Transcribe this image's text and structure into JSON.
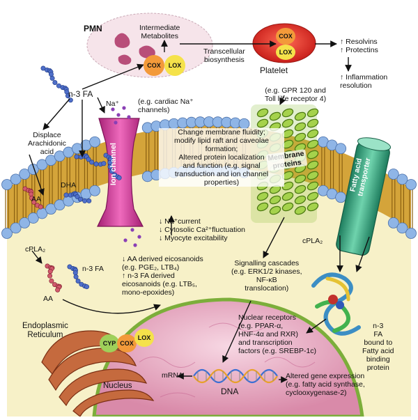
{
  "colors": {
    "membrane_head": "#8fb5e6",
    "membrane_tail": "#c99a2a",
    "cytoplasm": "#f7f1c8",
    "nucleus": "#e7b2c8",
    "ion_channel": "#d23d9a",
    "membrane_protein": "#8cbf3a",
    "fa_transporter": "#39a883",
    "platelet": "#e8342a",
    "pmn": "#f4dde6",
    "cox": "#f39a3a",
    "lox": "#f5e24a",
    "cyp": "#9fd05a"
  },
  "labels": {
    "pmn": "PMN",
    "intermediate_metabolites": "Intermediate\nMetabolites",
    "cox_pmn": "COX",
    "lox_pmn": "LOX",
    "cox_platelet": "COX",
    "lox_platelet": "LOX",
    "platelet": "Platelet",
    "transcellular": "Transcellular\nbiosynthesis",
    "resolvins": "↑ Resolvins\n↑ Protectins",
    "inflammation": "↑ Inflammation\n   resolution",
    "n3fa_top": "n-3 FA",
    "na_ion": "Na⁺",
    "cardiac_na": "(e.g. cardiac Na⁺\nchannels)",
    "gpr120": "(e.g. GPR 120 and\nToll like receptor 4)",
    "displace": "Displace\nArachidonic\nacid",
    "dha": "DHA",
    "aa_membrane": "AA",
    "ion_channel": "Ion channel",
    "membrane_proteins": "Membrane\nproteins",
    "fatty_acid_transporter": "Fatty acid\ntransporter",
    "membrane_effects": "Change membrane fluidity;\nmodify lipid raft and caveolae\nformation;\nAltered protein localization\nand function (e.g. signal\ntransduction and ion channel\nproperties)",
    "na_current": "↓ Na⁺current\n↓ Cytosolic Ca²⁺fluctuation\n↓ Myocyte excitability",
    "cpla2_left": "cPLA₂",
    "cpla2_right": "cPLA₂",
    "n3fa_cytoplasm": "n-3 FA",
    "aa_cytoplasm": "AA",
    "eicosanoids": "↓ AA derived eicosanoids\n(e.g. PGE₂, LTB₄)\n↑ n-3 FA derived\neicosanoids (e.g. LTB₅,\nmono-epoxides)",
    "signalling": "Signalling cascades\n(e.g. ERK1/2 kinases,\nNF-κB\ntranslocation)",
    "er": "Endoplasmic\nReticulum",
    "cyp": "CYP",
    "cox_er": "COX",
    "lox_er": "LOX",
    "nuclear_receptors": "Nuclear receptors\n(e.g. PPAR-α,\nHNF-4α and RXR)\nand transcription\nfactors (e.g. SREBP-1c)",
    "n3fa_bound": "n-3\nFA\nbound to\nFatty acid\nbinding\nprotein",
    "nucleus": "Nucleus",
    "mrna": "mRNA",
    "dna": "DNA",
    "gene_expression": "Altered gene expression\n(e.g. fatty acid synthase,\ncyclooxygenase-2)"
  }
}
